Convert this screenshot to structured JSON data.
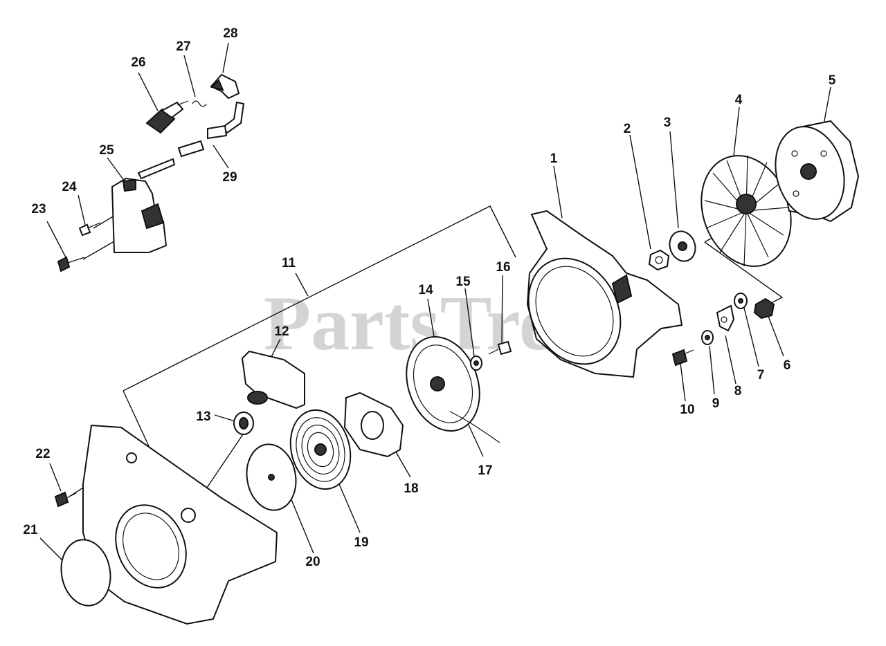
{
  "watermark": "PartsTree",
  "callouts": [
    {
      "id": "1",
      "label": "1"
    },
    {
      "id": "2",
      "label": "2"
    },
    {
      "id": "3",
      "label": "3"
    },
    {
      "id": "4",
      "label": "4"
    },
    {
      "id": "5",
      "label": "5"
    },
    {
      "id": "6",
      "label": "6"
    },
    {
      "id": "7",
      "label": "7"
    },
    {
      "id": "8",
      "label": "8"
    },
    {
      "id": "9",
      "label": "9"
    },
    {
      "id": "10",
      "label": "10"
    },
    {
      "id": "11",
      "label": "11"
    },
    {
      "id": "12",
      "label": "12"
    },
    {
      "id": "13",
      "label": "13"
    },
    {
      "id": "14",
      "label": "14"
    },
    {
      "id": "15",
      "label": "15"
    },
    {
      "id": "16",
      "label": "16"
    },
    {
      "id": "17",
      "label": "17"
    },
    {
      "id": "18",
      "label": "18"
    },
    {
      "id": "19",
      "label": "19"
    },
    {
      "id": "20",
      "label": "20"
    },
    {
      "id": "21",
      "label": "21"
    },
    {
      "id": "22",
      "label": "22"
    },
    {
      "id": "23",
      "label": "23"
    },
    {
      "id": "24",
      "label": "24"
    },
    {
      "id": "25",
      "label": "25"
    },
    {
      "id": "26",
      "label": "26"
    },
    {
      "id": "27",
      "label": "27"
    },
    {
      "id": "28",
      "label": "28"
    },
    {
      "id": "29",
      "label": "29"
    }
  ]
}
